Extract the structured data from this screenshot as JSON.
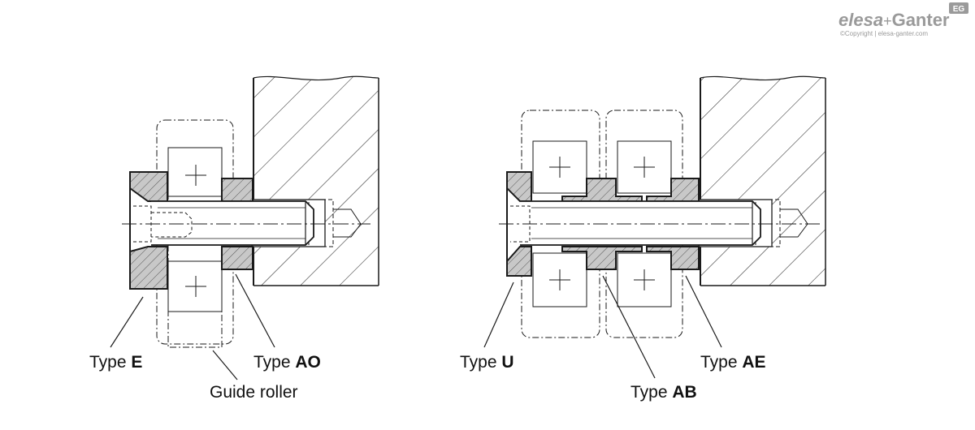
{
  "logo": {
    "elesa": "elesa",
    "plus": "+",
    "ganter": "Ganter",
    "badge": "EG",
    "copyright": "©Copyright | elesa-ganter.com"
  },
  "left_assembly": {
    "labels": {
      "type_e": {
        "prefix": "Type ",
        "code": "E"
      },
      "type_ao": {
        "prefix": "Type ",
        "code": "AO"
      },
      "guide_roller": "Guide roller"
    }
  },
  "right_assembly": {
    "labels": {
      "type_u": {
        "prefix": "Type ",
        "code": "U"
      },
      "type_ab": {
        "prefix": "Type ",
        "code": "AB"
      },
      "type_ae": {
        "prefix": "Type ",
        "code": "AE"
      }
    }
  },
  "colors": {
    "line": "#1a1a1a",
    "part_fill": "#c8c8c8",
    "hatch": "#555555",
    "logo_grey": "#9a9a9a"
  }
}
